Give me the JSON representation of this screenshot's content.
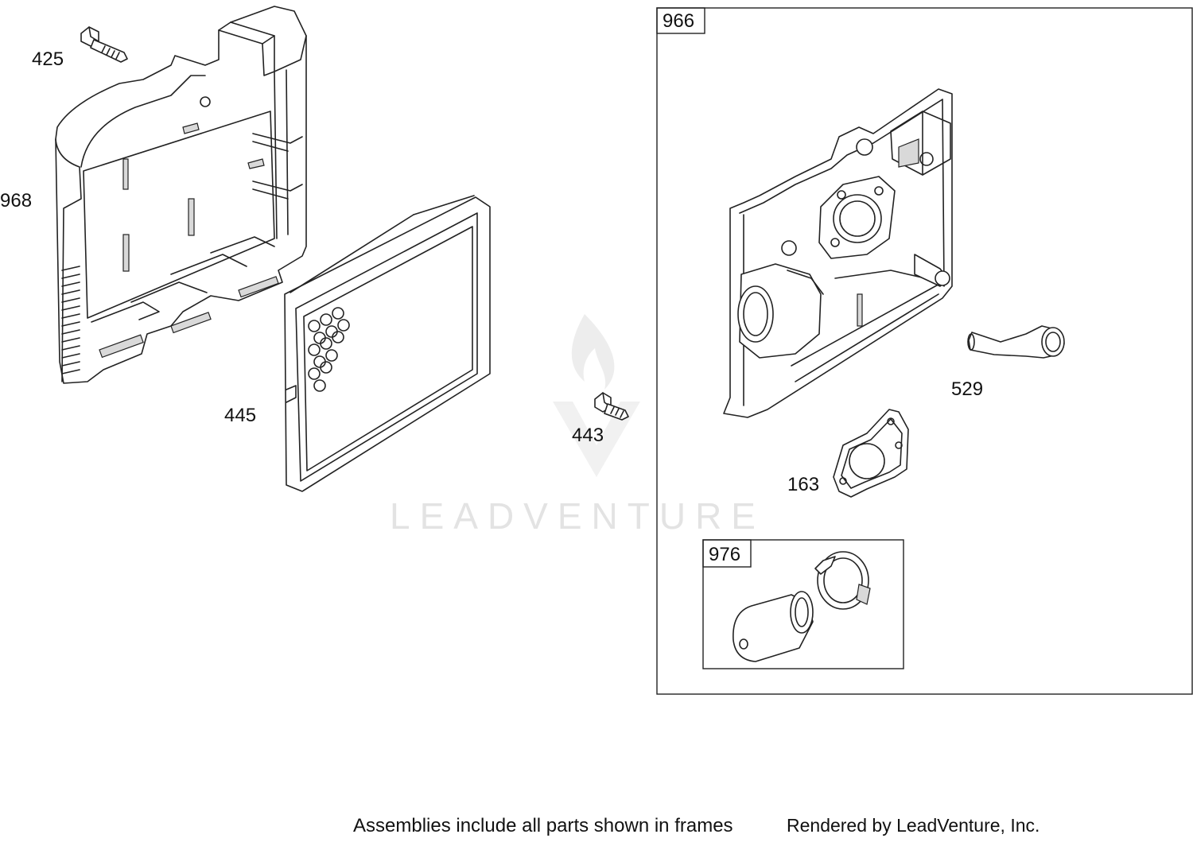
{
  "watermark": {
    "text": "LEADVENTURE"
  },
  "callouts": {
    "c425": "425",
    "c968": "968",
    "c445": "445",
    "c443": "443",
    "c966": "966",
    "c529": "529",
    "c163": "163",
    "c976": "976"
  },
  "footer": {
    "note": "Assemblies include all parts shown in frames",
    "credit": "Rendered by LeadVenture, Inc."
  }
}
